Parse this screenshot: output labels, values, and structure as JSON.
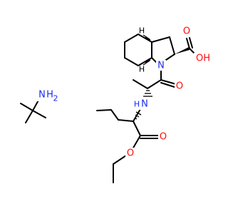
{
  "colors": {
    "carbon_bond": "#000000",
    "nitrogen": "#1c2bf4",
    "oxygen": "#ff0d0d"
  },
  "labels": {
    "amine_n": "N",
    "amine_h2": "H",
    "amine_h2_sub": "2",
    "ring_n": "N",
    "ring_h_top": "H",
    "ring_h_bottom": "H",
    "acid_o_dbl": "O",
    "acid_oh": "OH",
    "amide_o": "O",
    "nh_n": "N",
    "nh_h": "H",
    "ester_o_dbl": "O",
    "ester_o": "O"
  }
}
